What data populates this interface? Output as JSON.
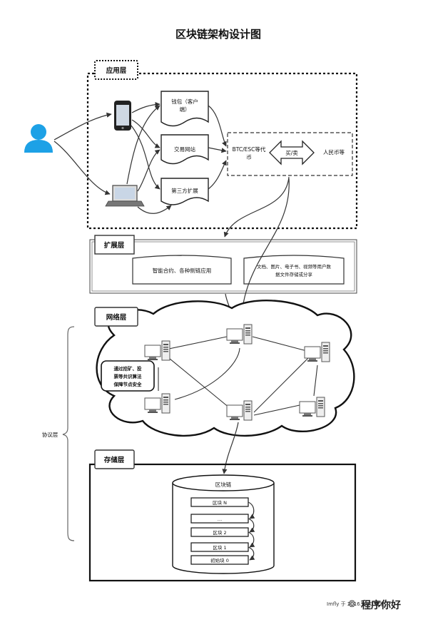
{
  "title": "区块链架构设计图",
  "layers": {
    "application": "应用层",
    "extension": "扩展层",
    "network": "网络层",
    "storage": "存储层",
    "protocol": "协议层"
  },
  "app_nodes": {
    "wallet": [
      "钱包（客户",
      "端）"
    ],
    "exchange": "交易网站",
    "third_party": "第三方扩展",
    "currency": [
      "BTC/ESC等代",
      "币"
    ],
    "trade": "买/卖",
    "rmb": "人民币等"
  },
  "extension_nodes": {
    "contracts": "智能合约、各种侧链应用",
    "files": [
      "文档、图片、电子书、视频等用户数",
      "据文件存储或分享"
    ]
  },
  "network_note": [
    "通过挖矿、投",
    "票等共识算法",
    "保障节点安全"
  ],
  "storage": {
    "db_label": "区块链",
    "blocks": [
      "区块 N",
      "…",
      "区块 2",
      "区块 1",
      "初始块 0"
    ]
  },
  "signature": "Imfly 于 2016.9.20 审定",
  "watermark": "程序你好",
  "colors": {
    "user_icon": "#1da1e6",
    "line": "#333333"
  }
}
